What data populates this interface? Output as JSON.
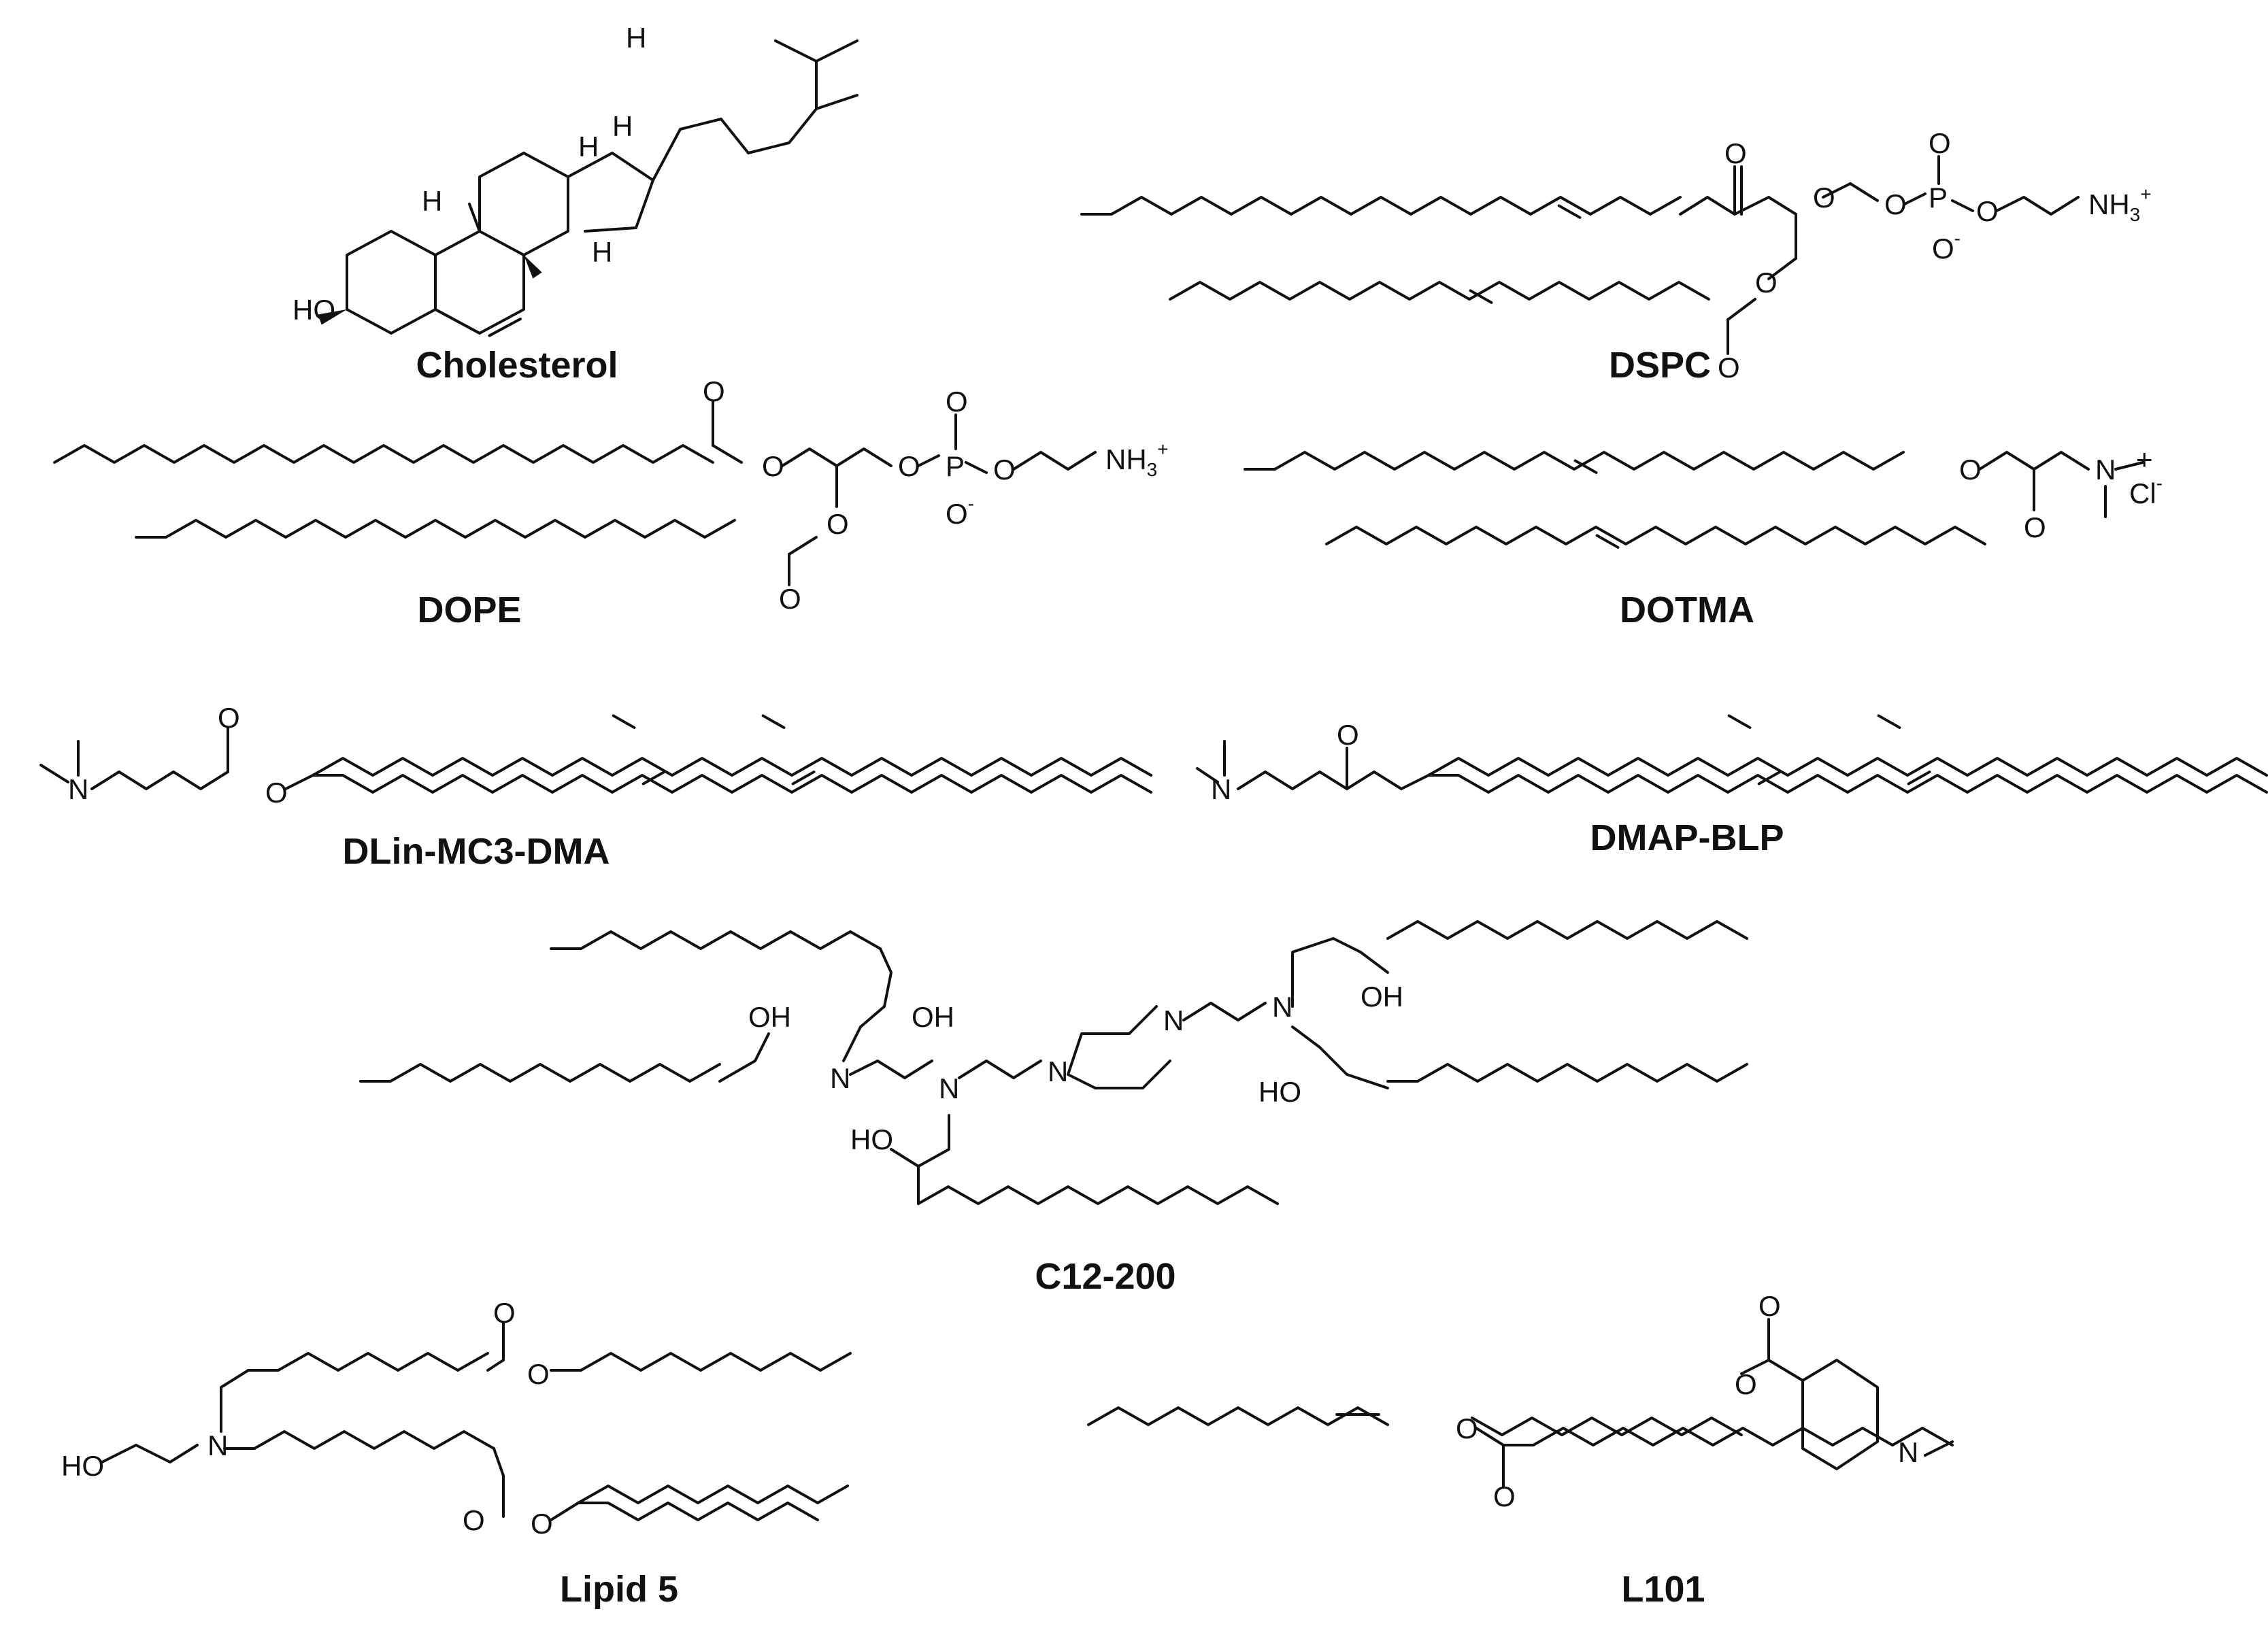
{
  "compounds": [
    {
      "key": "cholesterol",
      "name": "Cholesterol"
    },
    {
      "key": "dspc",
      "name": "DSPC"
    },
    {
      "key": "dope",
      "name": "DOPE"
    },
    {
      "key": "dotma",
      "name": "DOTMA"
    },
    {
      "key": "dlin",
      "name": "DLin-MC3-DMA"
    },
    {
      "key": "dmap",
      "name": "DMAP-BLP"
    },
    {
      "key": "c12",
      "name": "C12-200"
    },
    {
      "key": "lipid5",
      "name": "Lipid 5"
    },
    {
      "key": "l101",
      "name": "L101"
    }
  ],
  "atoms": {
    "H": "H",
    "HO": "HO",
    "OH": "OH",
    "O": "O",
    "P": "P",
    "N": "N",
    "NH3": "NH",
    "sub3": "3",
    "plus": "+",
    "minus": "-",
    "Cl": "Cl"
  }
}
